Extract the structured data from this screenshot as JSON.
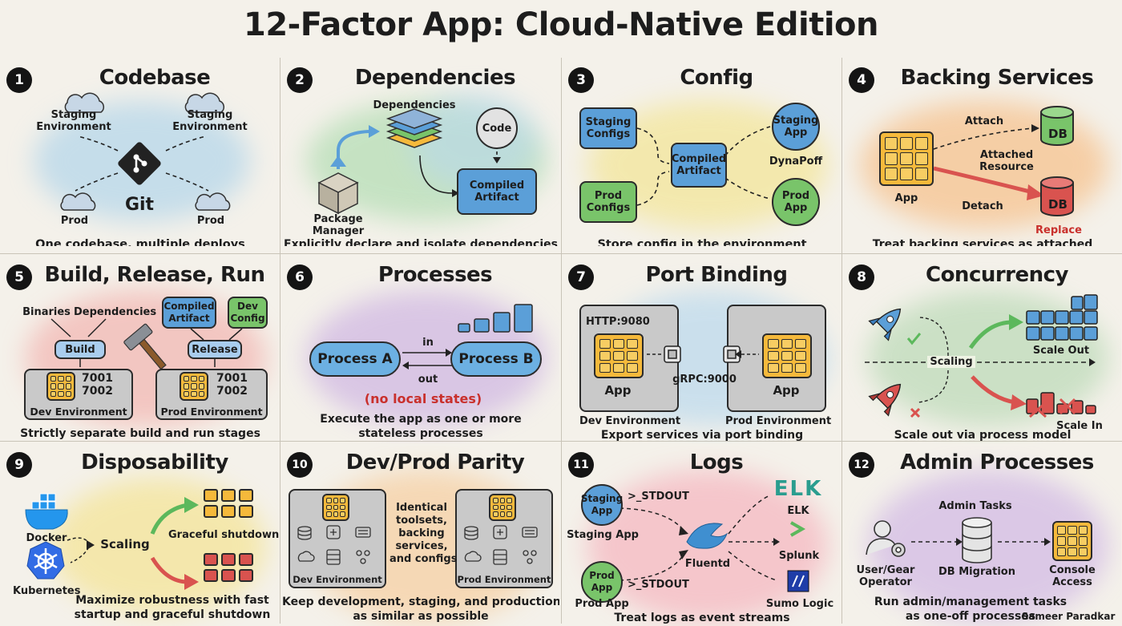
{
  "title": "12-Factor App: Cloud-Native Edition",
  "author": "Sameer Paradkar",
  "p1": {
    "num": "1",
    "title": "Codebase",
    "staging_left": "Staging\nEnvironment",
    "staging_right": "Staging\nEnvironment",
    "git": "Git",
    "prod_left": "Prod",
    "prod_right": "Prod",
    "caption": "One codebase, multiple deploys"
  },
  "p2": {
    "num": "2",
    "title": "Dependencies",
    "dependencies": "Dependencies",
    "code": "Code",
    "compiled": "Compiled\nArtifact",
    "package": "Package\nManager",
    "caption": "Explicitly declare and isolate dependencies"
  },
  "p3": {
    "num": "3",
    "title": "Config",
    "staging_configs": "Staging\nConfigs",
    "prod_configs": "Prod\nConfigs",
    "compiled": "Compiled\nArtifact",
    "staging_app": "Staging\nApp",
    "dynapoff": "DynaPoff",
    "prod_app": "Prod\nApp",
    "caption": "Store config in the environment"
  },
  "p4": {
    "num": "4",
    "title": "Backing Services",
    "attach": "Attach",
    "db1": "DB",
    "attached": "Attached\nResource",
    "app": "App",
    "detach": "Detach",
    "db2": "DB",
    "replace": "Replace",
    "caption": "Treat backing services as attached resources"
  },
  "p5": {
    "num": "5",
    "title": "Build, Release, Run",
    "binaries": "Binaries",
    "dependencies": "Dependencies",
    "compiled": "Compiled\nArtifact",
    "dev_config": "Dev\nConfig",
    "build": "Build",
    "release": "Release",
    "ports_dev": "7001\n7002",
    "ports_prod": "7001\n7002",
    "dev_env": "Dev Environment",
    "prod_env": "Prod Environment",
    "caption": "Strictly separate build and run stages"
  },
  "p6": {
    "num": "6",
    "title": "Processes",
    "in": "in",
    "out": "out",
    "process_a": "Process A",
    "process_b": "Process B",
    "no_state": "(no local states)",
    "caption": "Execute the app as one or more\nstateless processes"
  },
  "p7": {
    "num": "7",
    "title": "Port Binding",
    "http": "HTTP:9080",
    "grpc": "gRPC:9000",
    "app_left": "App",
    "app_right": "App",
    "dev_env": "Dev Environment",
    "prod_env": "Prod Environment",
    "caption": "Export services via port binding"
  },
  "p8": {
    "num": "8",
    "title": "Concurrency",
    "scale_out": "Scale Out",
    "scaling": "Scaling",
    "scale_in": "Scale In",
    "caption": "Scale out via process model"
  },
  "p9": {
    "num": "9",
    "title": "Disposability",
    "docker": "Docker",
    "kubernetes": "Kubernetes",
    "scaling": "Scaling",
    "graceful": "Graceful shutdown",
    "caption": "Maximize robustness with fast\nstartup and graceful shutdown"
  },
  "p10": {
    "num": "10",
    "title": "Dev/Prod Parity",
    "identical": "Identical\ntoolsets,\nbacking\nservices,\nand configs",
    "dev_env": "Dev Environment",
    "prod_env": "Prod Environment",
    "caption": "Keep development, staging, and production\nas similar as possible"
  },
  "p11": {
    "num": "11",
    "title": "Logs",
    "staging_circle": "Staging\nApp",
    "stdout1": ">_STDOUT",
    "staging_app": "Staging App",
    "prod_circle": "Prod\nApp",
    "stdout2": ">_STDOUT",
    "prod_app": "Prod App",
    "fluentd": "Fluentd",
    "elk_logo": "ELK",
    "elk": "ELK",
    "splunk": "Splunk",
    "sumo": "Sumo Logic",
    "caption": "Treat logs as event streams"
  },
  "p12": {
    "num": "12",
    "title": "Admin Processes",
    "admin_tasks": "Admin Tasks",
    "user": "User/Gear\nOperator",
    "db_migration": "DB Migration",
    "console": "Console\nAccess",
    "caption": "Run admin/management tasks\nas one-off processes"
  }
}
